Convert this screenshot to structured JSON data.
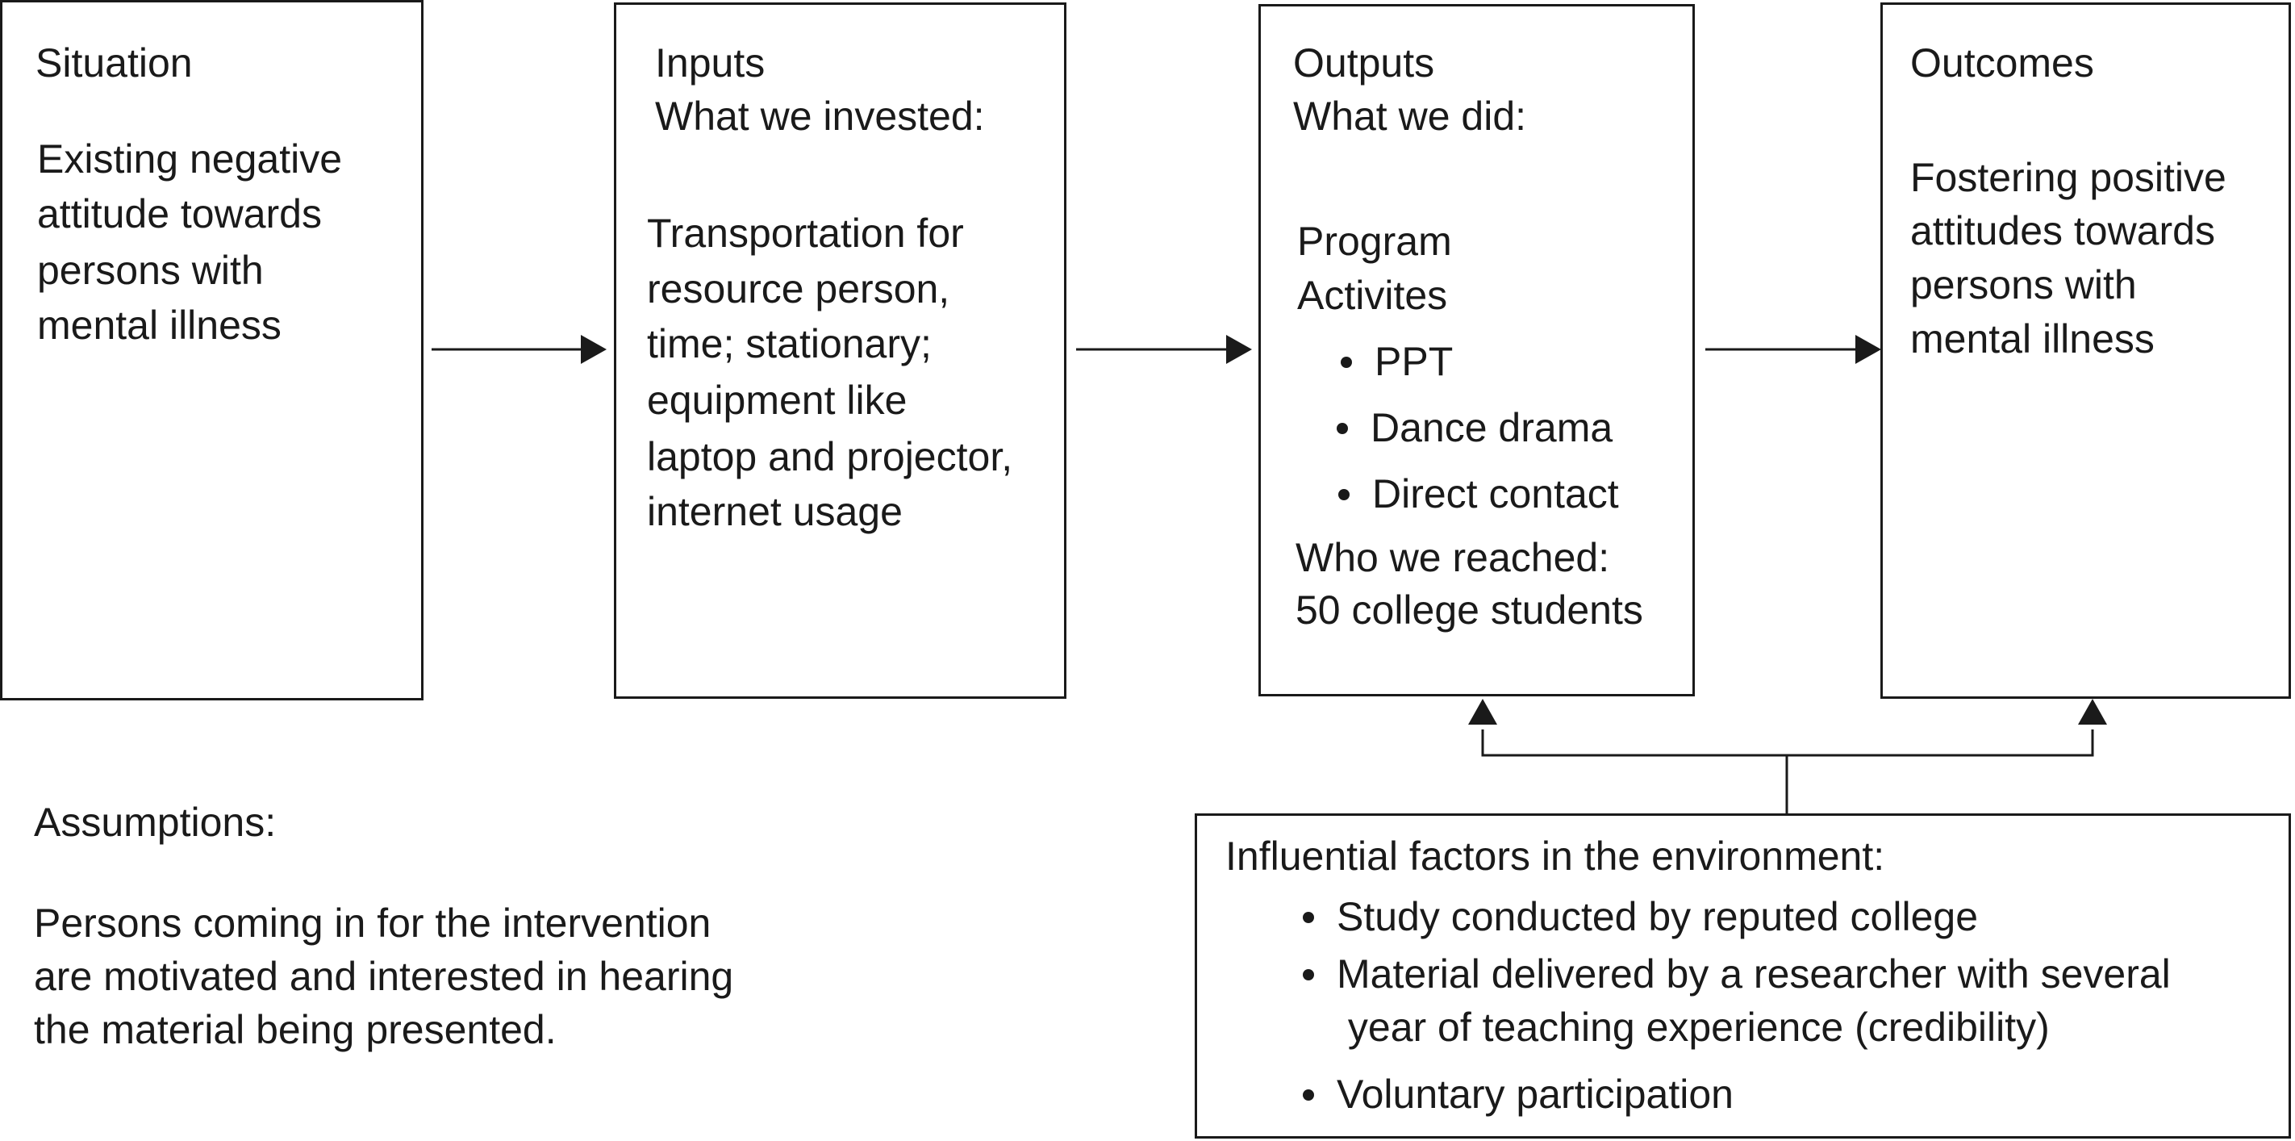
{
  "situation": {
    "heading": "Situation",
    "lines": [
      "Existing negative",
      "attitude towards",
      "persons with",
      "mental illness"
    ]
  },
  "inputs": {
    "heading": "Inputs",
    "subheading": "What we invested:",
    "lines": [
      "Transportation for",
      "resource person,",
      "time; stationary;",
      "equipment like",
      "laptop and projector,",
      "internet usage"
    ]
  },
  "outputs": {
    "heading": "Outputs",
    "subheading": "What we did:",
    "program_lines": [
      "Program",
      "Activites"
    ],
    "activities": [
      "PPT",
      "Dance drama",
      "Direct contact"
    ],
    "reach_lines": [
      "Who we reached:",
      "50 college students"
    ]
  },
  "outcomes": {
    "heading": "Outcomes",
    "lines": [
      "Fostering positive",
      "attitudes towards",
      "persons with",
      "mental illness"
    ]
  },
  "assumptions": {
    "heading": "Assumptions:",
    "lines": [
      "Persons coming in for the intervention",
      "are motivated and interested in hearing",
      "the material being presented."
    ]
  },
  "influential": {
    "heading": "Influential factors in the environment:",
    "items": [
      [
        "Study conducted by reputed college"
      ],
      [
        "Material delivered by a researcher with several",
        " year of teaching experience (credibility)"
      ],
      [
        "Voluntary participation"
      ]
    ]
  },
  "colors": {
    "line": "#1a1a1a",
    "background": "#ffffff"
  }
}
